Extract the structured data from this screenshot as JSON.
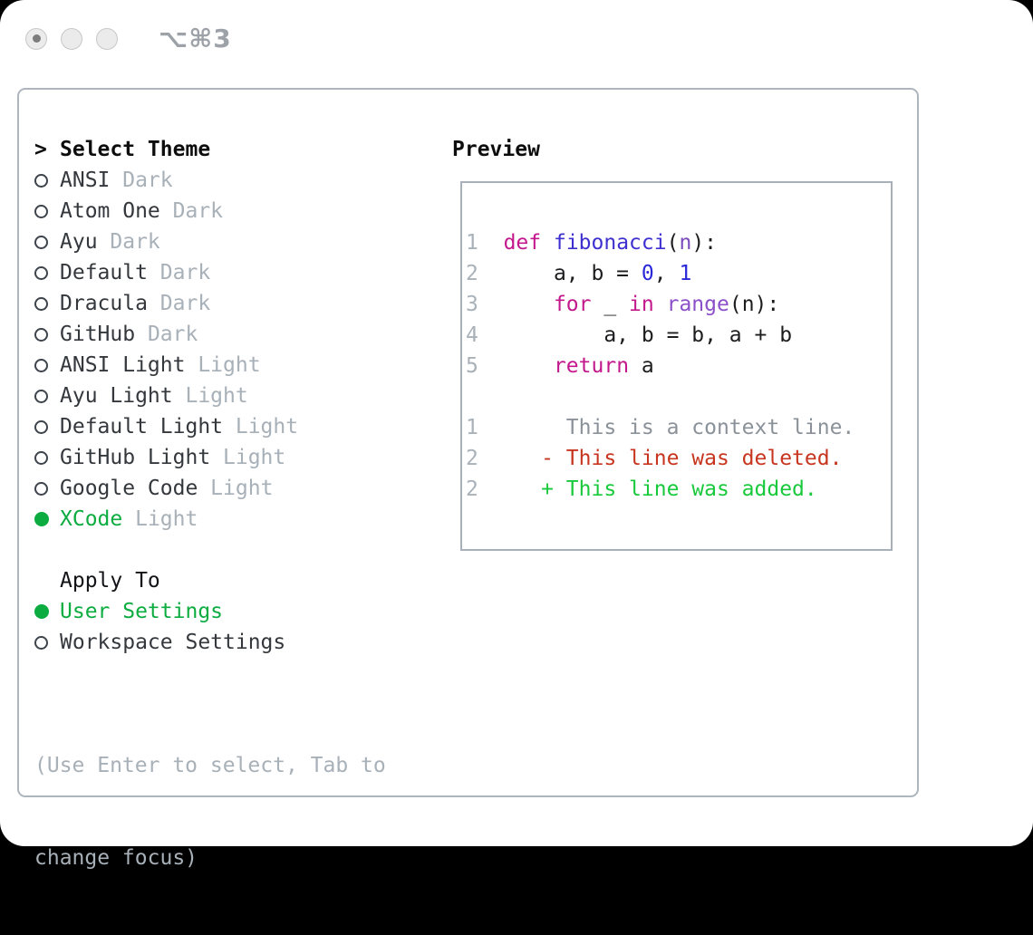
{
  "window": {
    "shortcut": "⌥⌘3",
    "traffic_lights": [
      "active",
      "inactive",
      "inactive"
    ]
  },
  "theme_list": {
    "header_prefix": ">",
    "header": "Select Theme",
    "items": [
      {
        "name": "ANSI",
        "tag": "Dark",
        "selected": false
      },
      {
        "name": "Atom One",
        "tag": "Dark",
        "selected": false
      },
      {
        "name": "Ayu",
        "tag": "Dark",
        "selected": false
      },
      {
        "name": "Default",
        "tag": "Dark",
        "selected": false
      },
      {
        "name": "Dracula",
        "tag": "Dark",
        "selected": false
      },
      {
        "name": "GitHub",
        "tag": "Dark",
        "selected": false
      },
      {
        "name": "ANSI Light",
        "tag": "Light",
        "selected": false
      },
      {
        "name": "Ayu Light",
        "tag": "Light",
        "selected": false
      },
      {
        "name": "Default Light",
        "tag": "Light",
        "selected": false
      },
      {
        "name": "GitHub Light",
        "tag": "Light",
        "selected": false
      },
      {
        "name": "Google Code",
        "tag": "Light",
        "selected": false
      },
      {
        "name": "XCode",
        "tag": "Light",
        "selected": true
      }
    ]
  },
  "apply_to": {
    "header": "Apply To",
    "options": [
      {
        "name": "User Settings",
        "selected": true
      },
      {
        "name": "Workspace Settings",
        "selected": false
      }
    ]
  },
  "help": {
    "line1": "(Use Enter to select, Tab to",
    "line2": "change focus)"
  },
  "preview": {
    "title": "Preview",
    "code_lines": [
      {
        "num": "1",
        "tokens": [
          {
            "t": "  ",
            "c": "plain"
          },
          {
            "t": "def",
            "c": "keyword"
          },
          {
            "t": " ",
            "c": "plain"
          },
          {
            "t": "fibonacci",
            "c": "function"
          },
          {
            "t": "(",
            "c": "plain"
          },
          {
            "t": "n",
            "c": "param"
          },
          {
            "t": "):",
            "c": "plain"
          }
        ]
      },
      {
        "num": "2",
        "tokens": [
          {
            "t": "      a, b = ",
            "c": "plain"
          },
          {
            "t": "0",
            "c": "number"
          },
          {
            "t": ", ",
            "c": "plain"
          },
          {
            "t": "1",
            "c": "number"
          }
        ]
      },
      {
        "num": "3",
        "tokens": [
          {
            "t": "      ",
            "c": "plain"
          },
          {
            "t": "for",
            "c": "keyword"
          },
          {
            "t": " _ ",
            "c": "plain"
          },
          {
            "t": "in",
            "c": "keyword"
          },
          {
            "t": " ",
            "c": "plain"
          },
          {
            "t": "range",
            "c": "builtin"
          },
          {
            "t": "(n):",
            "c": "plain"
          }
        ]
      },
      {
        "num": "4",
        "tokens": [
          {
            "t": "          a, b = b, a + b",
            "c": "plain"
          }
        ]
      },
      {
        "num": "5",
        "tokens": [
          {
            "t": "      ",
            "c": "plain"
          },
          {
            "t": "return",
            "c": "keyword"
          },
          {
            "t": " a",
            "c": "plain"
          }
        ]
      },
      {
        "num": "",
        "tokens": []
      },
      {
        "num": "1",
        "tokens": [
          {
            "t": "       ",
            "c": "plain"
          },
          {
            "t": "This is a context line.",
            "c": "context"
          }
        ]
      },
      {
        "num": "2",
        "tokens": [
          {
            "t": "     ",
            "c": "plain"
          },
          {
            "t": "- This line was deleted.",
            "c": "deleted"
          }
        ]
      },
      {
        "num": "2",
        "tokens": [
          {
            "t": "     ",
            "c": "plain"
          },
          {
            "t": "+ This line was added.",
            "c": "added"
          }
        ]
      }
    ]
  },
  "colors": {
    "accent_green": "#0cac41",
    "item_text": "#34383d",
    "tag_text": "#a8b0b8",
    "header_text": "#0d0d0e",
    "help_text": "#a8b0b8",
    "panel_border": "#aeb5bc",
    "preview_border": "#a9b0b8",
    "shortcut_text": "#9ca2a8",
    "plain": "#1d1d1f",
    "keyword": "#c3188c",
    "function": "#3e30d0",
    "number": "#2a28d8",
    "param": "#7b4bbe",
    "builtin": "#8a4fc9",
    "linenum": "#a9b1b9",
    "context": "#8a9198",
    "deleted": "#c7351f",
    "added": "#19c93c"
  }
}
